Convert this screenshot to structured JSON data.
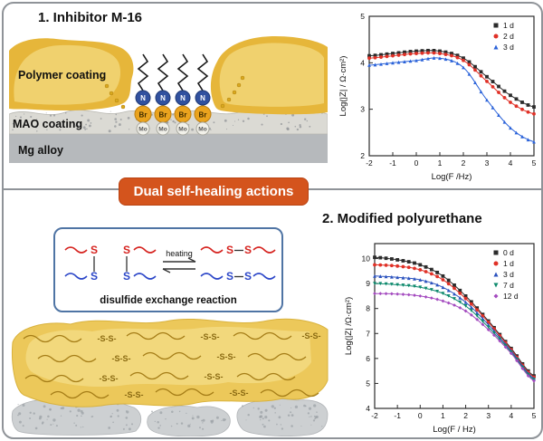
{
  "panel1": {
    "title": "1. Inhibitor M-16",
    "labels": {
      "polymer": "Polymer coating",
      "mao": "MAO coating",
      "mg": "Mg alloy"
    },
    "molecule": {
      "n": "N",
      "br": "Br",
      "mo": "Mo"
    }
  },
  "banner": {
    "label": "Dual self-healing actions",
    "color": "#d4541d"
  },
  "panel2": {
    "title": "2. Modified polyurethane",
    "heating_label": "heating",
    "s_label": "S",
    "ss_label": "-S-S-",
    "box_label": "disulfide exchange reaction"
  },
  "chart_data": [
    {
      "type": "line",
      "title": "",
      "xlabel": "Log(F /Hz)",
      "ylabel": "Log(|Z| / Ω·cm²)",
      "xlim": [
        -2,
        5
      ],
      "ylim": [
        2,
        5
      ],
      "xticks": [
        -2,
        -1,
        0,
        1,
        2,
        3,
        4,
        5
      ],
      "yticks": [
        2,
        3,
        4,
        5
      ],
      "x": [
        -2,
        -1,
        0,
        1,
        2,
        3,
        4,
        5
      ],
      "grid": false,
      "legend_position": "top-right",
      "series": [
        {
          "name": "1 d",
          "color": "#2b2b2b",
          "marker": "square",
          "values": [
            4.15,
            4.2,
            4.25,
            4.25,
            4.1,
            3.7,
            3.3,
            3.05
          ]
        },
        {
          "name": "2 d",
          "color": "#e03127",
          "marker": "circle",
          "values": [
            4.1,
            4.15,
            4.2,
            4.2,
            4.05,
            3.6,
            3.15,
            2.9
          ]
        },
        {
          "name": "3 d",
          "color": "#2a62d9",
          "marker": "triangle",
          "values": [
            3.95,
            4.0,
            4.05,
            4.1,
            3.9,
            3.2,
            2.6,
            2.3
          ]
        }
      ]
    },
    {
      "type": "line",
      "title": "",
      "xlabel": "Log(F / Hz)",
      "ylabel": "Log(|Z| /Ω·cm²)",
      "xlim": [
        -2,
        5
      ],
      "ylim": [
        4,
        10.6
      ],
      "xticks": [
        -2,
        -1,
        0,
        1,
        2,
        3,
        4,
        5
      ],
      "yticks": [
        4,
        5,
        6,
        7,
        8,
        9,
        10
      ],
      "x": [
        -2,
        -1,
        0,
        1,
        2,
        3,
        4,
        5
      ],
      "grid": false,
      "legend_position": "top-right",
      "series": [
        {
          "name": "0 d",
          "color": "#2b2b2b",
          "marker": "square",
          "values": [
            10.05,
            9.95,
            9.75,
            9.3,
            8.5,
            7.5,
            6.4,
            5.3
          ]
        },
        {
          "name": "1 d",
          "color": "#e03127",
          "marker": "circle",
          "values": [
            9.75,
            9.7,
            9.55,
            9.15,
            8.4,
            7.45,
            6.35,
            5.25
          ]
        },
        {
          "name": "3 d",
          "color": "#2a52be",
          "marker": "triangle",
          "values": [
            9.3,
            9.25,
            9.15,
            8.85,
            8.25,
            7.35,
            6.3,
            5.2
          ]
        },
        {
          "name": "7 d",
          "color": "#0e8a6d",
          "marker": "triangle-down",
          "values": [
            9.0,
            8.95,
            8.85,
            8.6,
            8.1,
            7.25,
            6.25,
            5.15
          ]
        },
        {
          "name": "12 d",
          "color": "#a44bbf",
          "marker": "diamond",
          "values": [
            8.6,
            8.58,
            8.5,
            8.3,
            7.9,
            7.15,
            6.2,
            5.1
          ]
        }
      ]
    }
  ]
}
